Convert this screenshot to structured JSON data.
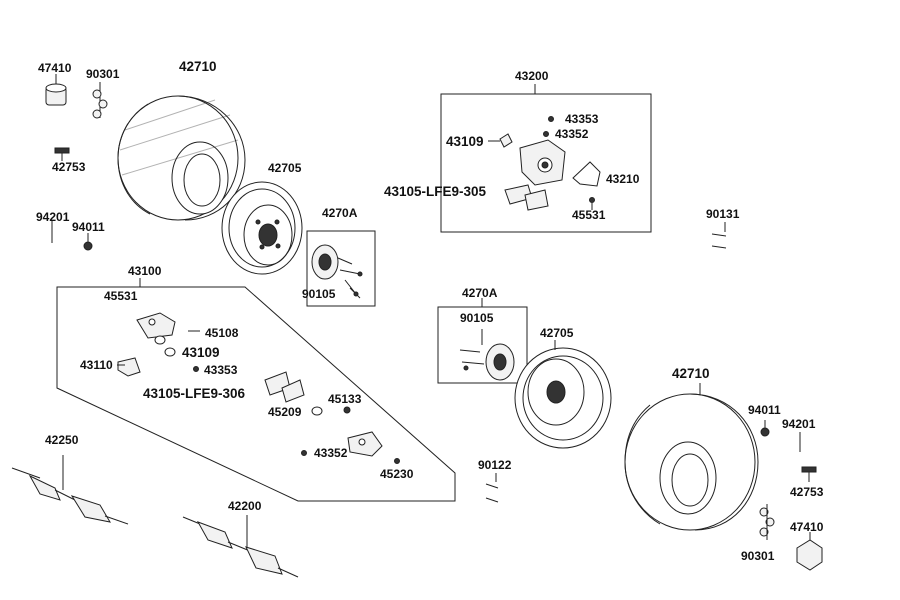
{
  "labels": {
    "tl_47410": "47410",
    "tl_90301": "90301",
    "tl_42710": "42710",
    "tl_42753": "42753",
    "tl_94201": "94201",
    "tl_94011": "94011",
    "tl_42705": "42705",
    "tl_4270A": "4270A",
    "tl_90105": "90105",
    "c_43100": "43100",
    "c_45531": "45531",
    "c_45108": "45108",
    "c_43109": "43109",
    "c_43110": "43110",
    "c_43353": "43353",
    "c_43105": "43105-LFE9-306",
    "c_45209": "45209",
    "c_45133": "45133",
    "c_43352": "43352",
    "c_45230": "45230",
    "bl_42250": "42250",
    "bl_42200": "42200",
    "r_43200": "43200",
    "r_43353": "43353",
    "r_43109": "43109",
    "r_43352": "43352",
    "r_43105": "43105-LFE9-305",
    "r_43210": "43210",
    "r_45531": "45531",
    "r_90131": "90131",
    "m_4270A": "4270A",
    "m_90105": "90105",
    "m_42705": "42705",
    "m_90122": "90122",
    "br_42710": "42710",
    "br_94011": "94011",
    "br_94201": "94201",
    "br_42753": "42753",
    "br_47410": "47410",
    "br_90301": "90301"
  }
}
